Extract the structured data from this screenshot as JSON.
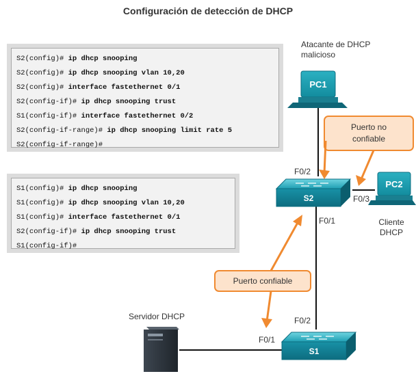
{
  "title": "Configuración de detección de DHCP",
  "cli_box_s2": [
    {
      "prompt": "S2(config)#",
      "cmd": "ip dhcp snooping"
    },
    {
      "prompt": "S2(config)#",
      "cmd": "ip dhcp snooping vlan 10,20"
    },
    {
      "prompt": "S2(config)#",
      "cmd": "interface fastethernet 0/1"
    },
    {
      "prompt": "S2(config-if)#",
      "cmd": "ip dhcp snooping trust"
    },
    {
      "prompt": "S1(config-if)#",
      "cmd": "interface fastethernet 0/2"
    },
    {
      "prompt": "S2(config-if-range)#",
      "cmd": "ip dhcp snooping limit rate 5"
    },
    {
      "prompt": "S2(config-if-range)#",
      "cmd": ""
    }
  ],
  "cli_box_s1": [
    {
      "prompt": "S1(config)#",
      "cmd": "ip dhcp snooping"
    },
    {
      "prompt": "S1(config)#",
      "cmd": "ip dhcp snooping vlan 10,20"
    },
    {
      "prompt": "S1(config)#",
      "cmd": "interface fastethernet 0/1"
    },
    {
      "prompt": "S2(config-if)#",
      "cmd": "ip dhcp snooping trust"
    },
    {
      "prompt": "S1(config-if)#",
      "cmd": ""
    }
  ],
  "devices": {
    "pc1": {
      "label": "PC1",
      "caption": "Atacante de DHCP malicioso"
    },
    "pc2": {
      "label": "PC2",
      "caption": "Cliente DHCP"
    },
    "s2": {
      "label": "S2"
    },
    "s1": {
      "label": "S1"
    },
    "server": {
      "caption": "Servidor DHCP"
    }
  },
  "ports": {
    "s2_f02": "F0/2",
    "s2_f03": "F0/3",
    "s2_f01": "F0/1",
    "s1_f02": "F0/2",
    "s1_f01": "F0/1"
  },
  "callouts": {
    "untrusted": "Puerto no confiable",
    "trusted": "Puerto confiable"
  },
  "colors": {
    "teal": "#1c9fb0",
    "orange": "#f08a30",
    "callout_fill": "#fde3cc"
  }
}
